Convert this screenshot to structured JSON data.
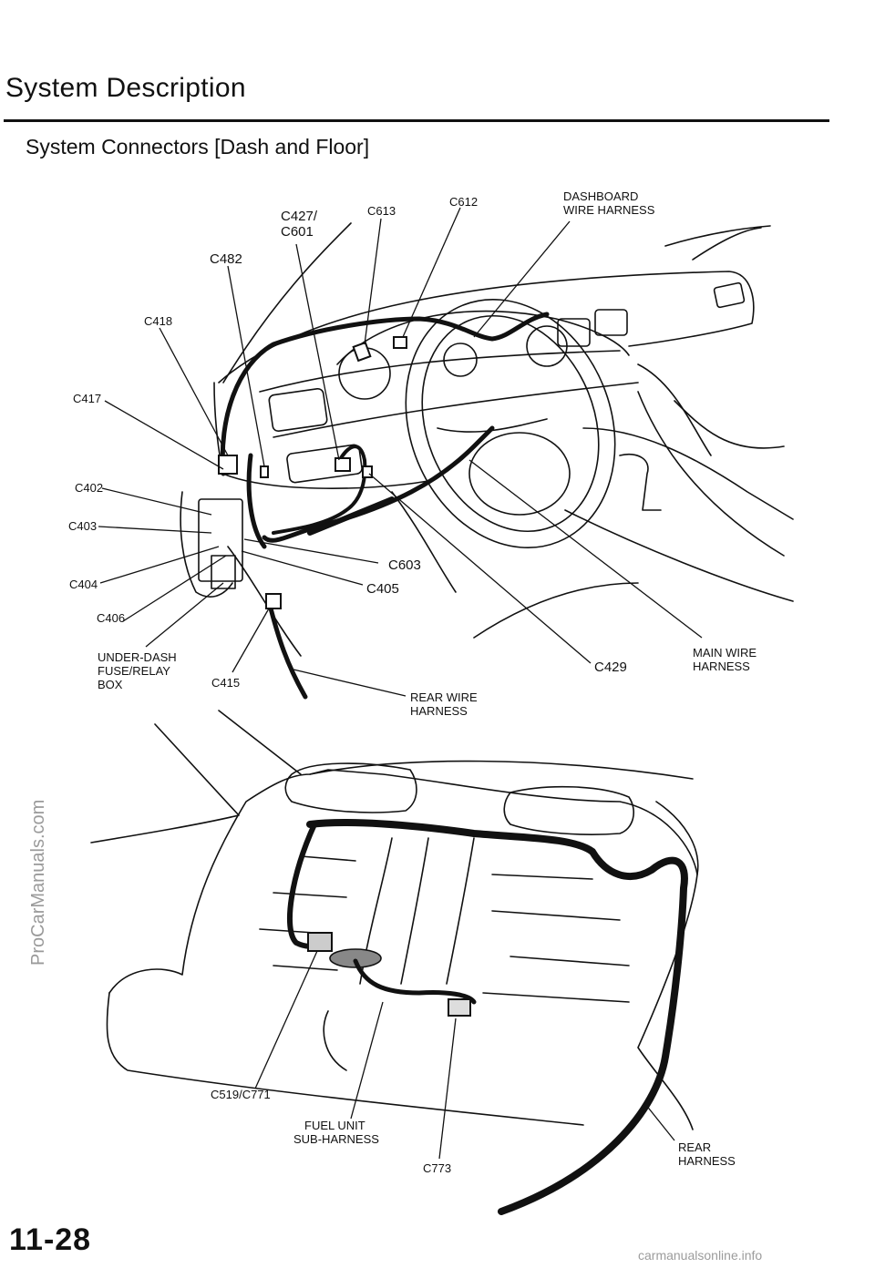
{
  "header": {
    "title": "System Description",
    "subtitle": "System Connectors [Dash and Floor]"
  },
  "labels": {
    "c427_c601_l1": "C427/",
    "c427_c601_l2": "C601",
    "c613": "C613",
    "c612": "C612",
    "dashboard_l1": "DASHBOARD",
    "dashboard_l2": "WIRE HARNESS",
    "c482": "C482",
    "c418": "C418",
    "c417": "C417",
    "c402": "C402",
    "c403": "C403",
    "c404": "C404",
    "c406": "C406",
    "c603": "C603",
    "c405": "C405",
    "underdash_l1": "UNDER-DASH",
    "underdash_l2": "FUSE/RELAY",
    "underdash_l3": "BOX",
    "c415": "C415",
    "rear_wire_l1": "REAR WIRE",
    "rear_wire_l2": "HARNESS",
    "c429": "C429",
    "main_wire_l1": "MAIN WIRE",
    "main_wire_l2": "HARNESS",
    "c519_c771": "C519/C771",
    "fuel_unit_l1": "FUEL UNIT",
    "fuel_unit_l2": "SUB-HARNESS",
    "c773": "C773",
    "rear_harness_l1": "REAR",
    "rear_harness_l2": "HARNESS"
  },
  "watermark": "ProCarManuals.com",
  "page_number": "11-28",
  "footer": "carmanualsonline.info"
}
